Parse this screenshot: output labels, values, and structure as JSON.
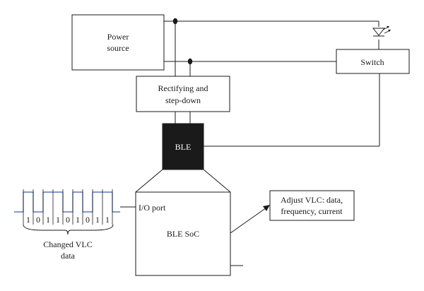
{
  "nodes": {
    "power_source": {
      "line1": "Power",
      "line2": "source"
    },
    "switch": {
      "label": "Switch"
    },
    "rectifier": {
      "line1": "Rectifying and",
      "line2": "step-down"
    },
    "ble": {
      "label": "BLE"
    },
    "soc": {
      "io_port": "I/O port",
      "label": "BLE SoC"
    },
    "adjust": {
      "line1": "Adjust VLC: data,",
      "line2": "frequency, current"
    }
  },
  "signal": {
    "bits": [
      "1",
      "0",
      "1",
      "1",
      "0",
      "1",
      "0",
      "1",
      "1"
    ],
    "caption_line1": "Changed VLC",
    "caption_line2": "data",
    "color": "#3b5fb0"
  },
  "colors": {
    "ble_fill": "#1a1a1a",
    "ble_text": "#ffffff",
    "line": "#1a1a1a"
  },
  "icons": {
    "led": "led-icon"
  }
}
